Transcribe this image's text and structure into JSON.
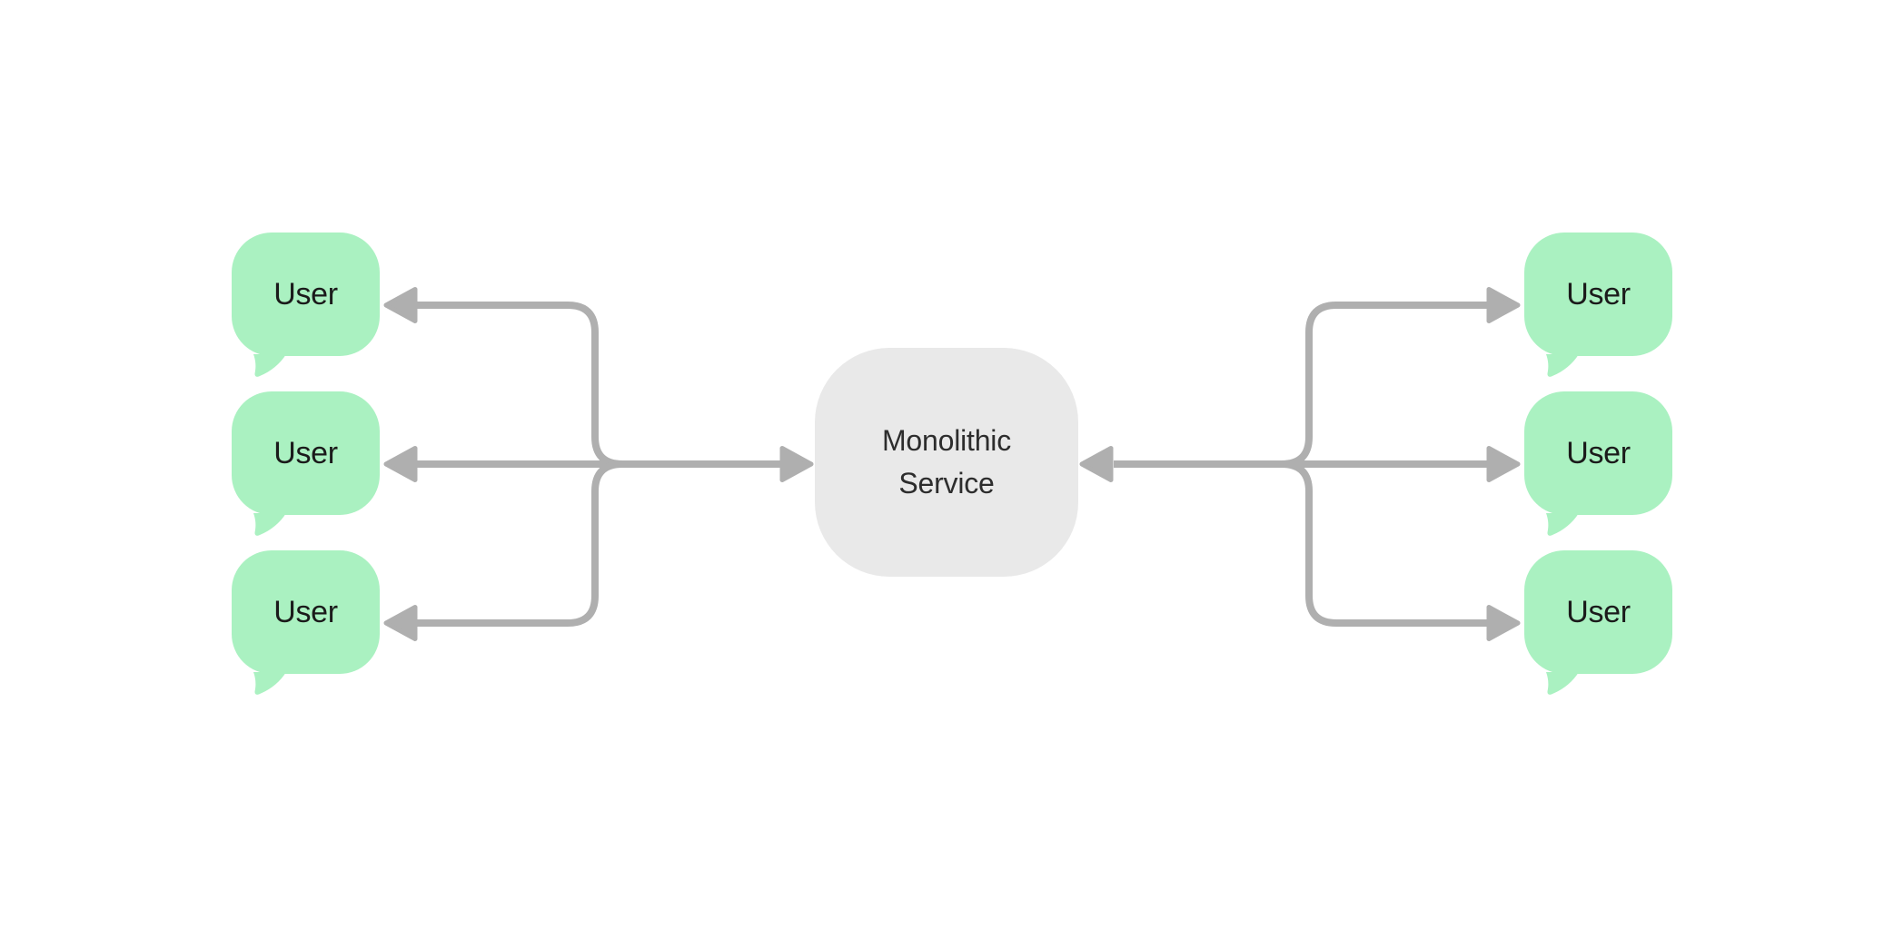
{
  "colors": {
    "bubble-fill": "#aaf1c1",
    "bubble-text": "#1b1b1b",
    "service-fill": "#e9e9e9",
    "service-text": "#2d2d2d",
    "connector": "#afafaf",
    "canvas-bg": "#ffffff"
  },
  "service": {
    "label": "Monolithic Service"
  },
  "left_users": [
    {
      "label": "User"
    },
    {
      "label": "User"
    },
    {
      "label": "User"
    }
  ],
  "right_users": [
    {
      "label": "User"
    },
    {
      "label": "User"
    },
    {
      "label": "User"
    }
  ]
}
